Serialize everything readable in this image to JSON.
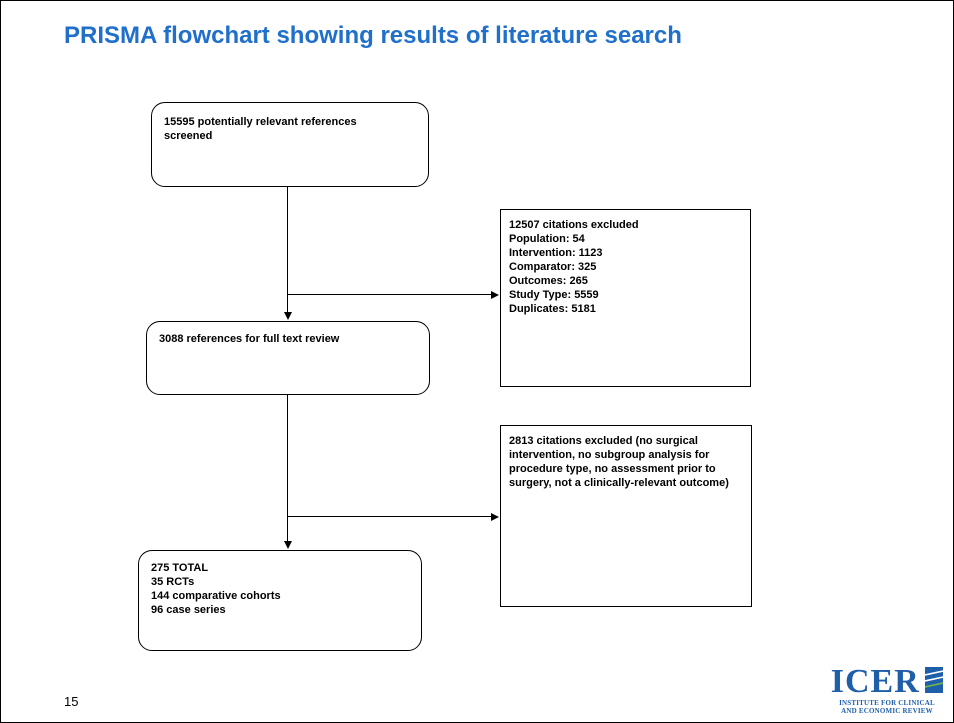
{
  "slide": {
    "title": "PRISMA flowchart showing results of literature search",
    "page_number": "15"
  },
  "flow": {
    "screened": "15595 potentially relevant references screened",
    "excluded_1": {
      "heading": "12507 citations excluded",
      "lines": [
        "Population: 54",
        "Intervention: 1123",
        "Comparator: 325",
        "Outcomes: 265",
        "Study Type: 5559",
        "Duplicates: 5181"
      ]
    },
    "full_text": "3088 references for full text review",
    "excluded_2": "2813 citations excluded (no surgical intervention, no subgroup analysis for procedure type, no assessment prior to surgery, not a clinically-relevant outcome)",
    "included": {
      "lines": [
        "275 TOTAL",
        "35 RCTs",
        "144 comparative cohorts",
        "96 case series"
      ]
    }
  },
  "logo": {
    "name": "ICER",
    "subtitle_line1": "INSTITUTE FOR CLINICAL",
    "subtitle_line2": "AND ECONOMIC REVIEW",
    "color": "#1f5faa"
  },
  "colors": {
    "title": "#1f6fcb",
    "lines": "#000000"
  }
}
